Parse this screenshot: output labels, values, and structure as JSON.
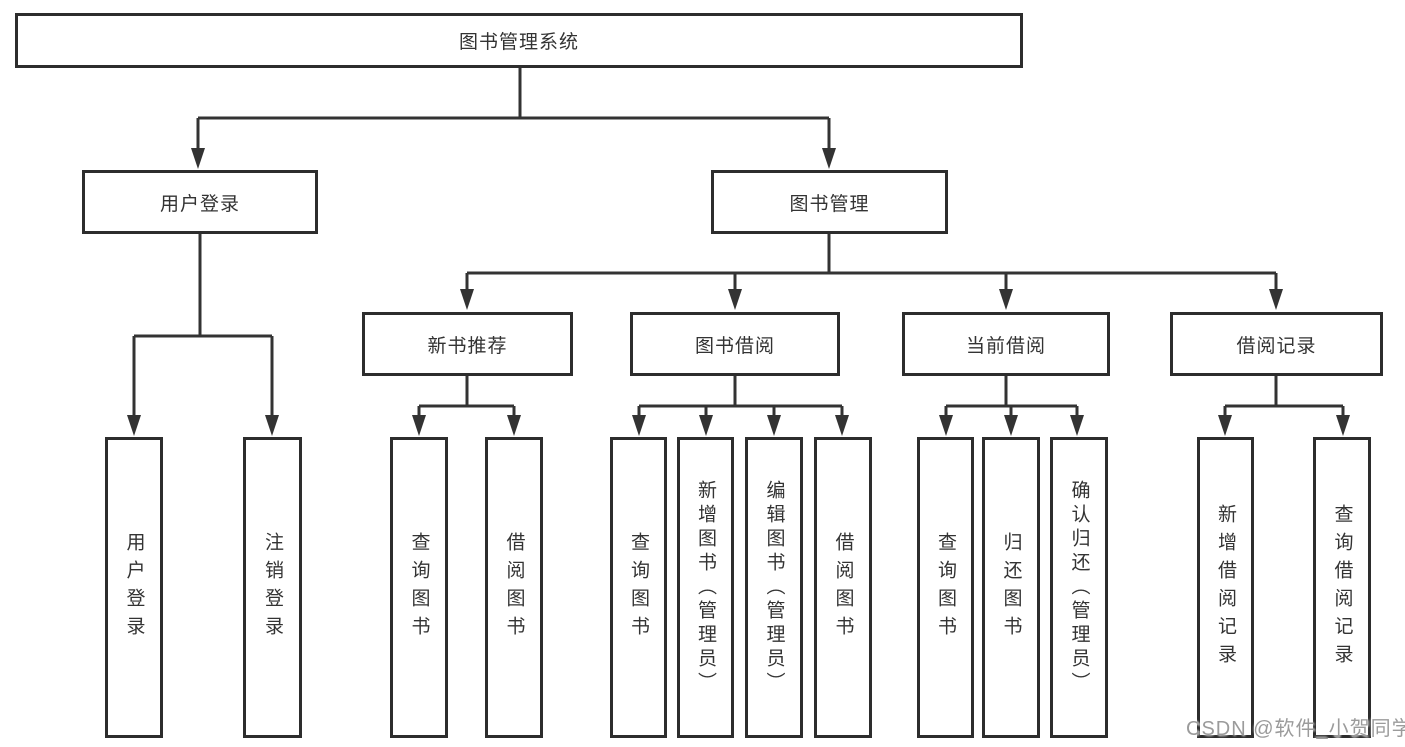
{
  "tree": {
    "label": "图书管理系统",
    "children": [
      {
        "label": "用户登录",
        "children": [
          {
            "label": "用户登录"
          },
          {
            "label": "注销登录"
          }
        ]
      },
      {
        "label": "图书管理",
        "children": [
          {
            "label": "新书推荐",
            "children": [
              {
                "label": "查询图书"
              },
              {
                "label": "借阅图书"
              }
            ]
          },
          {
            "label": "图书借阅",
            "children": [
              {
                "label": "查询图书"
              },
              {
                "label": "新增图书（管理员）"
              },
              {
                "label": "编辑图书（管理员）"
              },
              {
                "label": "借阅图书"
              }
            ]
          },
          {
            "label": "当前借阅",
            "children": [
              {
                "label": "查询图书"
              },
              {
                "label": "归还图书"
              },
              {
                "label": "确认归还（管理员）"
              }
            ]
          },
          {
            "label": "借阅记录",
            "children": [
              {
                "label": "新增借阅记录"
              },
              {
                "label": "查询借阅记录"
              }
            ]
          }
        ]
      }
    ]
  },
  "watermark": {
    "text": "CSDN @软件_小贺同学"
  },
  "colors": {
    "line": "#333333",
    "box_border": "#2d2d2d",
    "text": "#333333",
    "background": "#ffffff",
    "watermark": "#9b9b9b"
  }
}
